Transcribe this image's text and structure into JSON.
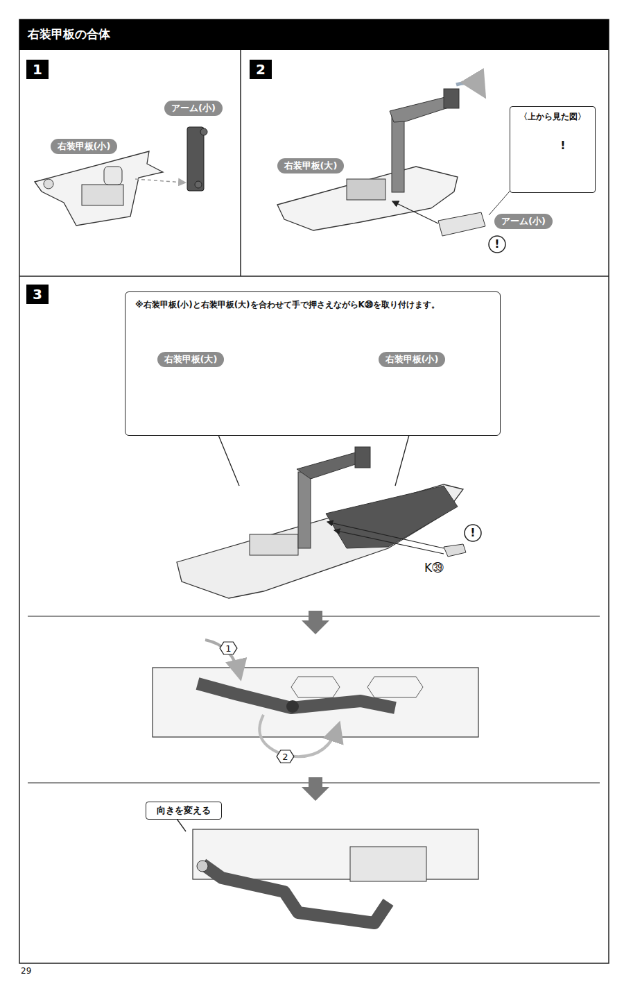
{
  "diagram": {
    "title": "右装甲板の合体",
    "nodes": [
      {
        "text": [
          "1"
        ]
      },
      {
        "text": [
          "右装甲板(小)"
        ]
      },
      {
        "text": [
          "アーム(小)"
        ]
      },
      {
        "text": [
          "2"
        ]
      },
      {
        "text": [
          "右装甲板(大)"
        ]
      },
      {
        "text": [
          "〈上から見た図〉"
        ]
      },
      {
        "text": [
          "アーム(小)"
        ]
      },
      {
        "text": [
          "3"
        ]
      },
      {
        "text": [
          "※右装甲板(小)と右装甲板(大)を合わせて手で押さえながらK㊴を取り付けます。"
        ]
      },
      {
        "text": [
          "右装甲板(大)"
        ],
        "in": 8
      },
      {
        "text": [
          "右装甲板(小)"
        ],
        "in": 8
      },
      {
        "text": [
          "1"
        ]
      },
      {
        "text": [
          "2"
        ]
      },
      {
        "text": [
          "向きを変える"
        ]
      }
    ],
    "labels": [
      "!",
      "!",
      "!",
      "K㊴",
      "29"
    ]
  }
}
